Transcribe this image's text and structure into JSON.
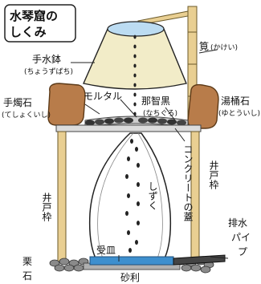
{
  "title": {
    "line1": "水琴窟の",
    "line2": "しくみ"
  },
  "labels": {
    "kakei": "筧",
    "kakei_reading": "(かけい)",
    "chozubachi": "手水鉢",
    "chozubachi_reading": "(ちょうずばち)",
    "teshokuishi": "手燭石",
    "teshokuishi_reading": "(てしょくいし)",
    "mortar": "モルタル",
    "nachiguro": "那智黒",
    "nachiguro_reading": "(なちぐろ)",
    "yuoke": "湯桶石",
    "yuoke_reading": "(ゆとういし)",
    "concrete_lid": "コンクリートの蓋",
    "shizuku": "しずく",
    "ido_left": "井戸枠",
    "ido_right": "井戸枠",
    "ukezara": "受皿",
    "haisui": "排水パイプ",
    "kuriishi": "栗石",
    "jari": "砂利"
  },
  "colors": {
    "bowl": "#f2ecc8",
    "water": "#bcdcf2",
    "stone": "#b87c4a",
    "pole": "#e9cf92",
    "frame": "#e9cf92",
    "lid": "#dcdcdc",
    "dish": "#3d8fce",
    "gravel": "#8a8a8a"
  }
}
